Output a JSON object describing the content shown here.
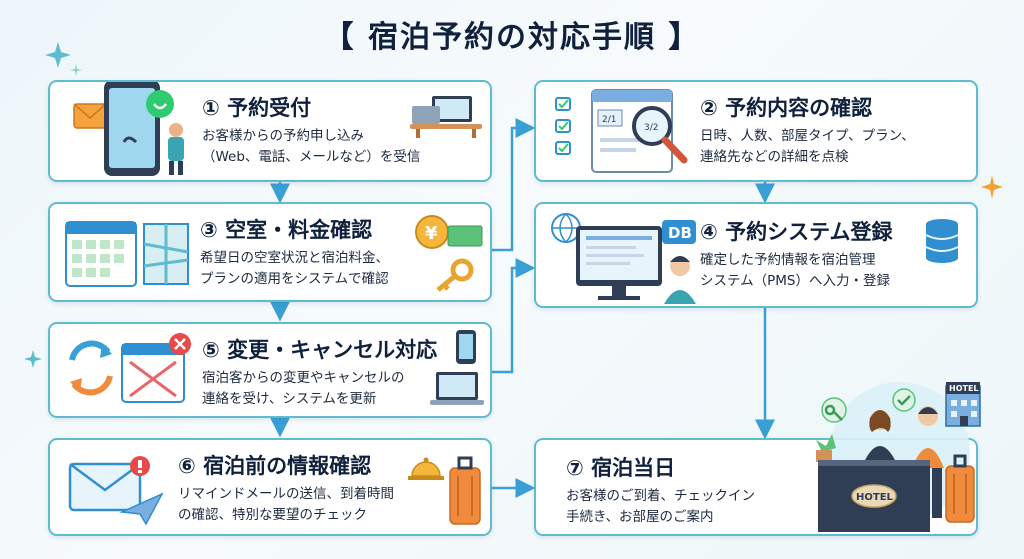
{
  "title": "【 宿泊予約の対応手順 】",
  "steps": [
    {
      "heading": "① 予約受付",
      "lines": [
        "お客様からの予約申し込み",
        "（Web、電話、メールなど）を受信"
      ]
    },
    {
      "heading": "② 予約内容の確認",
      "lines": [
        "日時、人数、部屋タイプ、プラン、",
        "連絡先などの詳細を点検"
      ]
    },
    {
      "heading": "③ 空室・料金確認",
      "lines": [
        "希望日の空室状況と宿泊料金、",
        "プランの適用をシステムで確認"
      ]
    },
    {
      "heading": "④ 予約システム登録",
      "lines": [
        "確定した予約情報を宿泊管理",
        "システム（PMS）へ入力・登録"
      ]
    },
    {
      "heading": "⑤ 変更・キャンセル対応",
      "lines": [
        "宿泊客からの変更やキャンセルの",
        "連絡を受け、システムを更新"
      ]
    },
    {
      "heading": "⑥ 宿泊前の情報確認",
      "lines": [
        "リマインドメールの送信、到着時間",
        "の確認、特別な要望のチェック"
      ]
    },
    {
      "heading": "⑦ 宿泊当日",
      "lines": [
        "お客様のご到着、チェックイン",
        "手続き、お部屋のご案内"
      ]
    }
  ],
  "illustrations": {
    "db_label": "DB",
    "hotel_sign": "HOTEL",
    "desk_sign": "HOTEL",
    "calendar_dates": [
      "2/1",
      "3/2"
    ],
    "yen_symbol": "¥"
  },
  "colors": {
    "border": "#5fbcd0",
    "arrow": "#3a9fd4",
    "heading": "#10213d"
  }
}
